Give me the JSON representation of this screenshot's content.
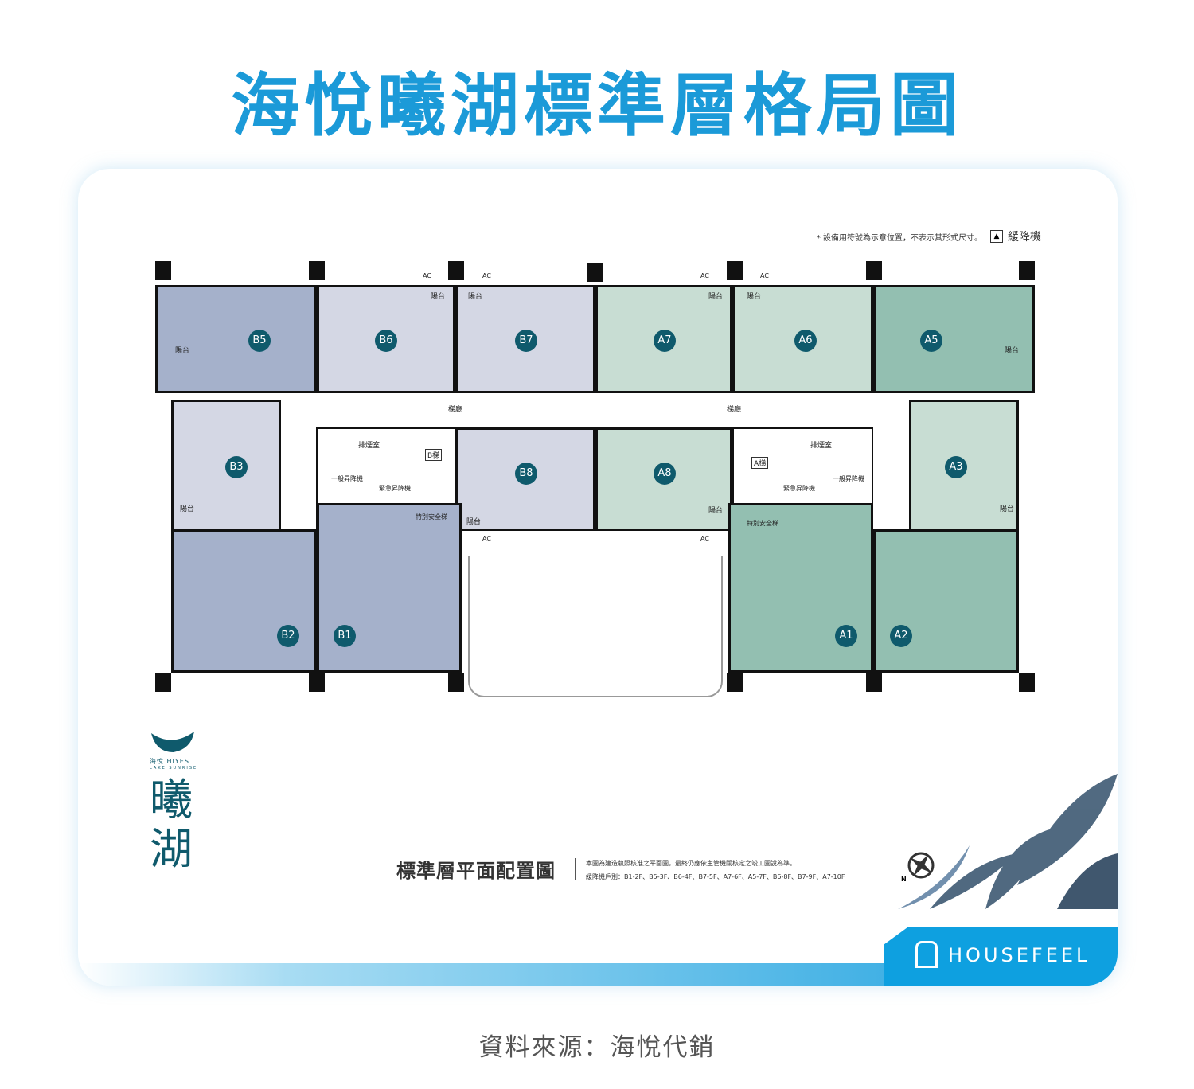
{
  "title": "海悅曦湖標準層格局圖",
  "plan": {
    "note": "* 設備用符號為示意位置，不表示其形式尺寸。",
    "legend_label": "緩降機",
    "units": [
      "B5",
      "B6",
      "B7",
      "A7",
      "A6",
      "A5",
      "B3",
      "B8",
      "A8",
      "A3",
      "B2",
      "B1",
      "A1",
      "A2"
    ],
    "rooms": {
      "lobby": "梯廳",
      "smoke": "排煙室",
      "b_stair": "B梯",
      "a_stair": "A梯",
      "elevator": "一般昇降機",
      "emergency_elevator": "緊急昇降機",
      "safety_stair": "特別安全梯",
      "balcony": "陽台",
      "ac": "AC"
    },
    "caption": "標準層平面配置圖",
    "caption_note1": "本圖為建造執照核准之平面圖，最終仍應依主管機關核定之竣工圖說為準。",
    "caption_note2": "緩降機戶別：B1-2F、B5-3F、B6-4F、B7-5F、A7-6F、A5-7F、B6-8F、B7-9F、A7-10F",
    "north": "N"
  },
  "logo": {
    "brand": "海悅 HIYES",
    "sub": "LAKE SUNRISE",
    "name": "曦湖"
  },
  "watermark": "HOUSEFEEL",
  "source": "資料來源：海悅代銷",
  "colors": {
    "title": "#1b9ad8",
    "badge": "#0f5a6c",
    "b_dark": "#a5b1cb",
    "b_light": "#d4d7e4",
    "a_light": "#c8ddd3",
    "a_dark": "#93bfb1",
    "brand_blue": "#0ea0e0"
  }
}
